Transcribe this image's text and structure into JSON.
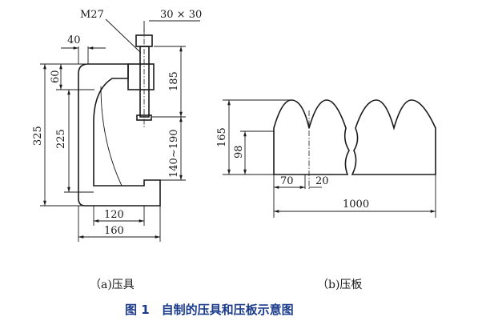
{
  "clamp": {
    "thread": "M27",
    "handle": "30 × 30",
    "dims": {
      "top_width": "40",
      "top_jaw": "60",
      "inner_height": "225",
      "total_height": "325",
      "screw_reach": "185",
      "opening": "140~190",
      "base_inner": "120",
      "base_total": "160"
    },
    "caption": "（a)压具"
  },
  "plate": {
    "dims": {
      "height": "165",
      "body_height": "98",
      "pitch": "70",
      "gap": "20",
      "length": "1000"
    },
    "caption": "（b)压板"
  },
  "figure_caption": "图 1　自制的压具和压板示意图"
}
